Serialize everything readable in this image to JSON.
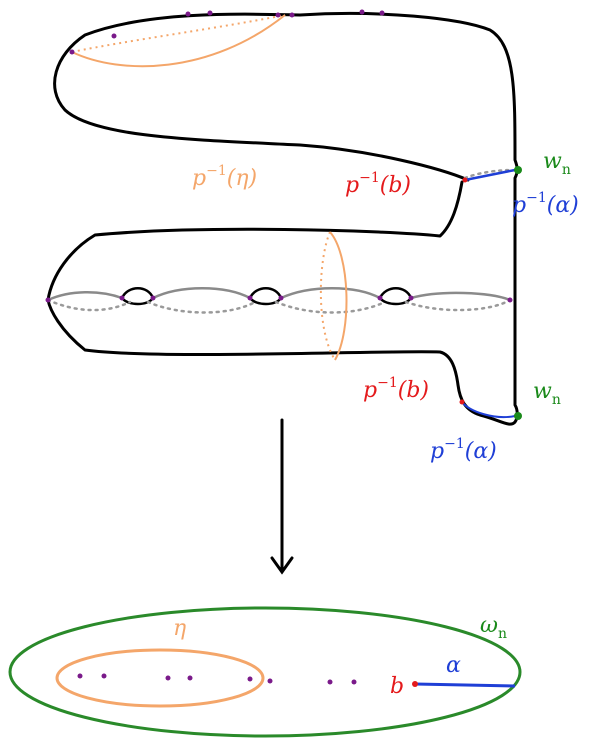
{
  "labels": {
    "p_inv_eta_base": "p",
    "p_inv_eta_exp": "−1",
    "p_inv_eta_arg": "(η)",
    "p_inv_b_upper_base": "p",
    "p_inv_b_upper_exp": "−1",
    "p_inv_b_upper_arg": "(b)",
    "p_inv_b_lower_base": "p",
    "p_inv_b_lower_exp": "−1",
    "p_inv_b_lower_arg": "(b)",
    "p_inv_alpha_upper_base": "p",
    "p_inv_alpha_upper_exp": "−1",
    "p_inv_alpha_upper_arg": "(α)",
    "p_inv_alpha_lower_base": "p",
    "p_inv_alpha_lower_exp": "−1",
    "p_inv_alpha_lower_arg": "(α)",
    "w_n_upper_base": "w",
    "w_n_upper_sub": "n",
    "w_n_lower_base": "w",
    "w_n_lower_sub": "n",
    "omega_n_base": "ω",
    "omega_n_sub": "n",
    "eta": "η",
    "b": "b",
    "alpha": "α"
  },
  "colors": {
    "outline": "#000000",
    "eta": "#f4a66a",
    "b": "#e41a1c",
    "alpha": "#1f3fd6",
    "w": "#1a8a1a",
    "punctures": "#7a1a8a",
    "dotted": "#999999",
    "ellipse": "#2a8a2a"
  }
}
